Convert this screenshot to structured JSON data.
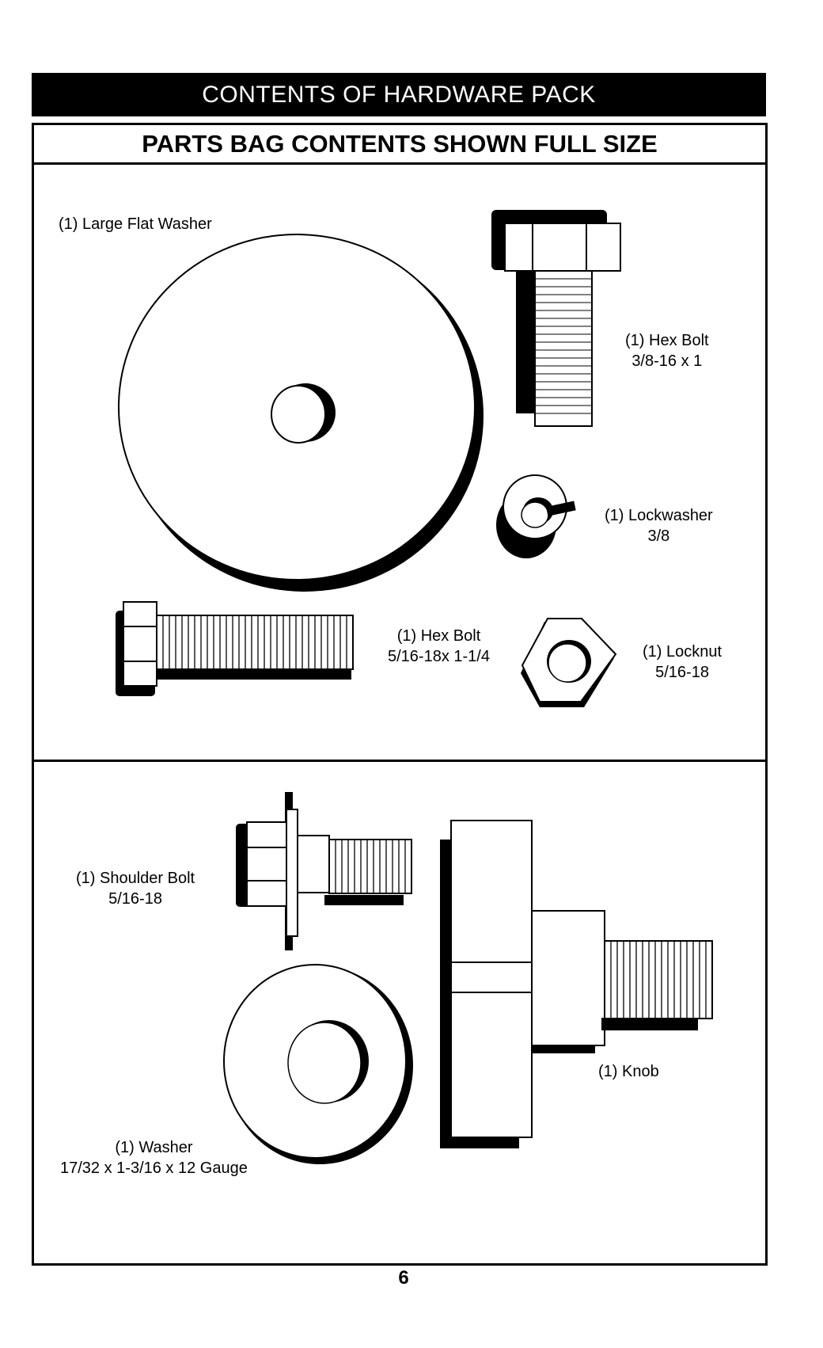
{
  "header": {
    "title": "CONTENTS OF HARDWARE PACK"
  },
  "subtitle": "PARTS BAG CONTENTS SHOWN FULL SIZE",
  "parts": {
    "large_flat_washer": {
      "line1": "(1) Large Flat Washer"
    },
    "hex_bolt_38": {
      "line1": "(1) Hex Bolt",
      "line2": "3/8-16 x 1"
    },
    "lockwasher": {
      "line1": "(1) Lockwasher",
      "line2": "3/8"
    },
    "hex_bolt_516": {
      "line1": "(1) Hex Bolt",
      "line2": "5/16-18x 1-1/4"
    },
    "locknut": {
      "line1": "(1) Locknut",
      "line2": "5/16-18"
    },
    "shoulder_bolt": {
      "line1": "(1) Shoulder Bolt",
      "line2": "5/16-18"
    },
    "knob": {
      "line1": "(1) Knob"
    },
    "washer": {
      "line1": "(1) Washer",
      "line2": "17/32 x 1-3/16 x 12 Gauge"
    }
  },
  "page_number": "6"
}
